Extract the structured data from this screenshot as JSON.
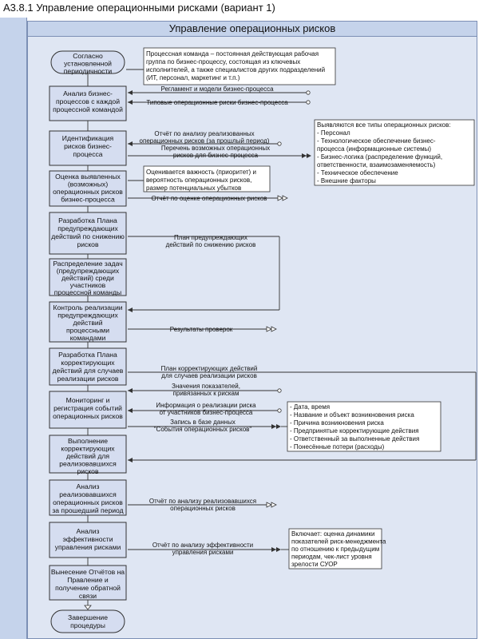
{
  "title": "А3.8.1 Управление операционными рисками (вариант 1)",
  "lane_title": "Управление операционных рисков",
  "nodes": {
    "start": [
      "Согласно",
      "установленной",
      "периодичности"
    ],
    "analysis": [
      "Анализ бизнес-",
      "процессов с каждой",
      "процессной командой"
    ],
    "identification": [
      "Идентификация",
      "рисков бизнес-",
      "процесса"
    ],
    "evaluation": [
      "Оценка выявленных",
      "(возможных)",
      "операционных рисков",
      "бизнес-процесса"
    ],
    "prevent_plan": [
      "Разработка Плана",
      "предупреждающих",
      "действий по снижению",
      "рисков"
    ],
    "distribution": [
      "Распределение задач",
      "(предупреждающих",
      "действий) среди",
      "участников",
      "процессной команды"
    ],
    "control": [
      "Контроль реализации",
      "предупреждающих",
      "действий",
      "процессными",
      "командами"
    ],
    "correct_plan": [
      "Разработка Плана",
      "корректирующих",
      "действий для случаев",
      "реализации рисков"
    ],
    "monitoring": [
      "Мониторинг и",
      "регистрация событий",
      "операционных рисков"
    ],
    "execution": [
      "Выполнение",
      "корректирующих",
      "действий для",
      "реализовавшихся",
      "рисков"
    ],
    "realized_analysis": [
      "Анализ",
      "реализовавшихся",
      "операционных рисков",
      "за прошедший период"
    ],
    "efficiency_analysis": [
      "Анализ",
      "эффективности",
      "управления рисками"
    ],
    "reporting": [
      "Вынесение Отчётов на",
      "Правление и",
      "получение обратной",
      "связи"
    ],
    "end": [
      "Завершение",
      "процедуры"
    ]
  },
  "notes": {
    "team": [
      "Процессная команда – постоянная действующая рабочая",
      "группа по бизнес-процессу, состоящая из ключевых",
      "исполнителей, а также специалистов других подразделений",
      "(ИТ, персонал, маркетинг и т.п.)"
    ],
    "risk_types": [
      "Выявляются все типы операционных рисков:",
      "- Персонал",
      "- Технологическое обеспечение бизнес-",
      "процесса (информационные системы)",
      "- Бизнес-логика (распределение функций,",
      "ответственности, взаимозаменяемость)",
      "- Техническое обеспечение",
      "- Внешние факторы"
    ],
    "evaluation_note": [
      "Оценивается важность (приоритет) и",
      "вероятность операционных рисков,",
      "размер потенциальных убытков"
    ],
    "event_fields": [
      "- Дата, время",
      "- Название и объект возникновения риска",
      "- Причина возникновения риска",
      "- Предпринятые корректирующие действия",
      "- Ответственный за выполненные действия",
      "- Понесённые потери (расходы)"
    ],
    "includes": [
      "Включает: оценка динамики",
      "показателей риск-менеджмента",
      "по отношению к предыдущим",
      "периодам, чек-лист уровня",
      "зрелости СУОР"
    ]
  },
  "labels": {
    "regulation": "Регламент и модели бизнес-процесса",
    "typical_risks": "Типовые операционные риски бизнес-процесса",
    "report_past": [
      "Отчёт по анализу реализованных",
      "операционных рисков (за прошлый период)"
    ],
    "possible_risks": [
      "Перечень возможных операционных",
      "рисков для бизнес-процесса"
    ],
    "eval_report": "Отчёт по оценке операционных рисков",
    "prevent_plan_label": [
      "План предупреждающих",
      "действий по снижению рисков"
    ],
    "check_results": "Результаты проверок",
    "correct_plan_label": [
      "План корректирующих действий",
      "для случаев реализации рисков"
    ],
    "indicator_values": [
      "Значения показателей,",
      "привязанных к рискам"
    ],
    "risk_info": [
      "Информация о реализации риска",
      "от участников бизнес-процесса"
    ],
    "db_record": [
      "Запись в базе данных",
      "\"События операционных рисков\""
    ],
    "realized_report": [
      "Отчёт по анализу реализовавшихся",
      "операционных рисков"
    ],
    "efficiency_report": [
      "Отчёт по анализу эффективности",
      "управления рисками"
    ]
  }
}
